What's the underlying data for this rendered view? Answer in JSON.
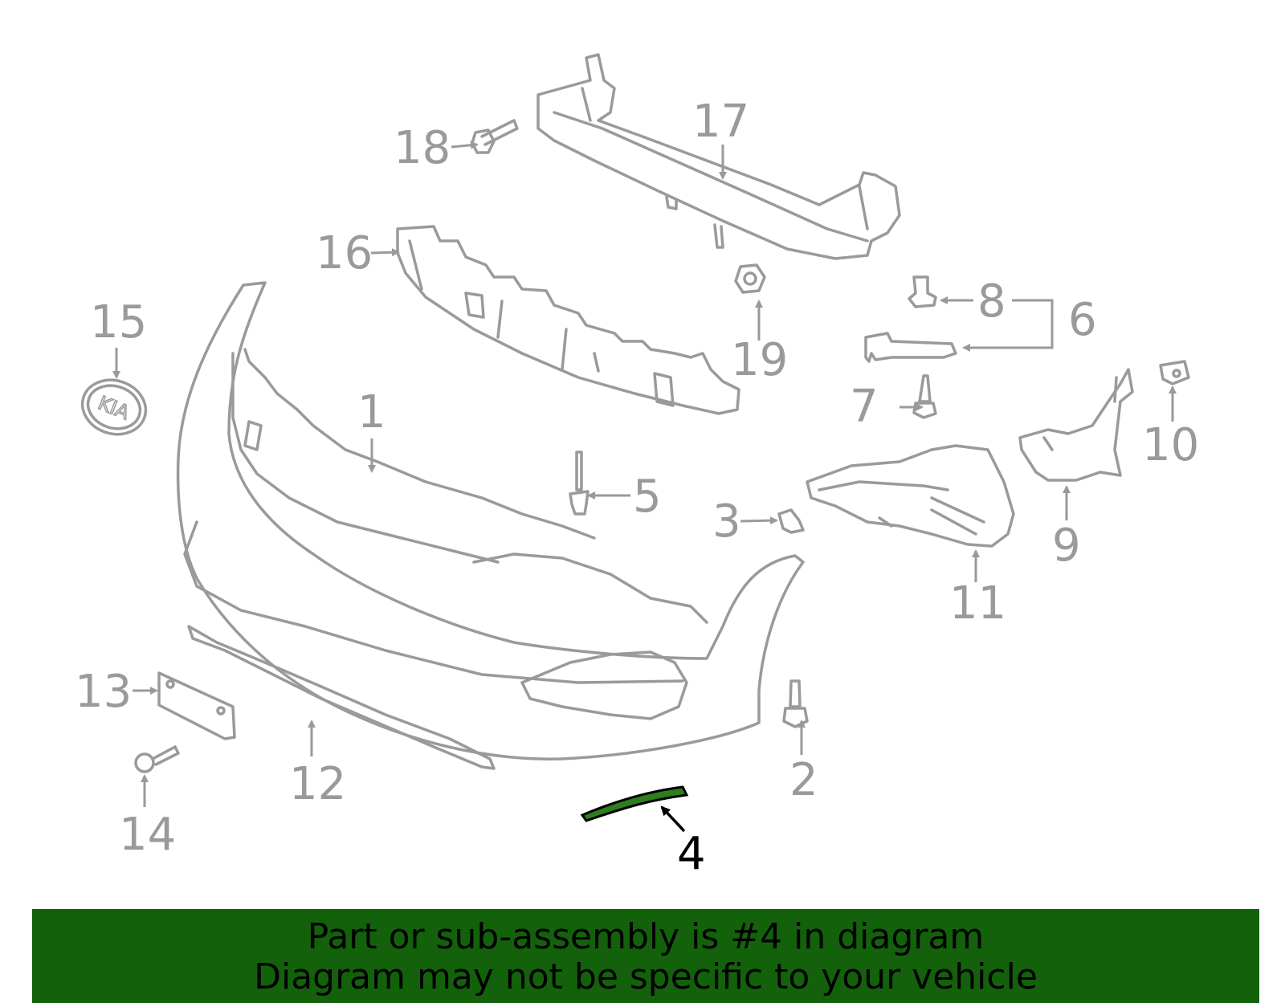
{
  "diagram": {
    "logo_text": "KIA",
    "highlight_color": "#2e7d1e",
    "part_color": "#9a9a9a",
    "callouts": [
      {
        "id": "c1",
        "label": "1"
      },
      {
        "id": "c2",
        "label": "2"
      },
      {
        "id": "c3",
        "label": "3"
      },
      {
        "id": "c4",
        "label": "4",
        "highlighted": true
      },
      {
        "id": "c5",
        "label": "5"
      },
      {
        "id": "c6",
        "label": "6"
      },
      {
        "id": "c7",
        "label": "7"
      },
      {
        "id": "c8",
        "label": "8"
      },
      {
        "id": "c9",
        "label": "9"
      },
      {
        "id": "c10",
        "label": "10"
      },
      {
        "id": "c11",
        "label": "11"
      },
      {
        "id": "c12",
        "label": "12"
      },
      {
        "id": "c13",
        "label": "13"
      },
      {
        "id": "c14",
        "label": "14"
      },
      {
        "id": "c15",
        "label": "15"
      },
      {
        "id": "c16",
        "label": "16"
      },
      {
        "id": "c17",
        "label": "17"
      },
      {
        "id": "c18",
        "label": "18"
      },
      {
        "id": "c19",
        "label": "19"
      }
    ]
  },
  "banner": {
    "line1": "Part or sub-assembly is #4 in diagram",
    "line2": "Diagram may not be specific to your vehicle",
    "background": "#13610b"
  }
}
